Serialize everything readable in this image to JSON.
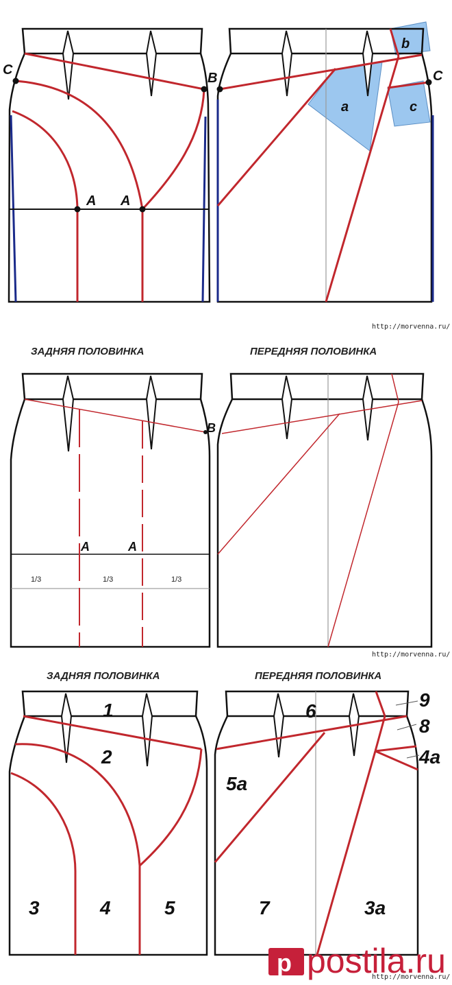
{
  "panel1": {
    "back_labels": {
      "c": "C",
      "a1": "A",
      "a2": "A"
    },
    "front_labels": {
      "b": "B",
      "c": "C",
      "piece_a": "a",
      "piece_b": "b",
      "piece_c": "c"
    },
    "url": "http://morvenna.ru/"
  },
  "panel2": {
    "back_title": "ЗАДНЯЯ ПОЛОВИНКА",
    "front_title": "ПЕРЕДНЯЯ ПОЛОВИНКА",
    "back_labels": {
      "a1": "A",
      "a2": "A"
    },
    "front_labels": {
      "b": "B"
    },
    "fractions": [
      "1/3",
      "1/3",
      "1/3"
    ],
    "url": "http://morvenna.ru/"
  },
  "panel3": {
    "back_title": "ЗАДНЯЯ ПОЛОВИНКА",
    "front_title": "ПЕРЕДНЯЯ ПОЛОВИНКА",
    "back_pieces": [
      "1",
      "2",
      "3",
      "4",
      "5"
    ],
    "front_pieces": [
      "6",
      "5a",
      "7",
      "3a",
      "9",
      "8",
      "4a"
    ],
    "url": "http://morvenna.ru/"
  },
  "colors": {
    "pattern_line": "#c1272d",
    "side_seam": "#1a2a8a",
    "insert_fill": "#9cc7ef",
    "outline": "#111111"
  },
  "watermark": "postila.ru"
}
